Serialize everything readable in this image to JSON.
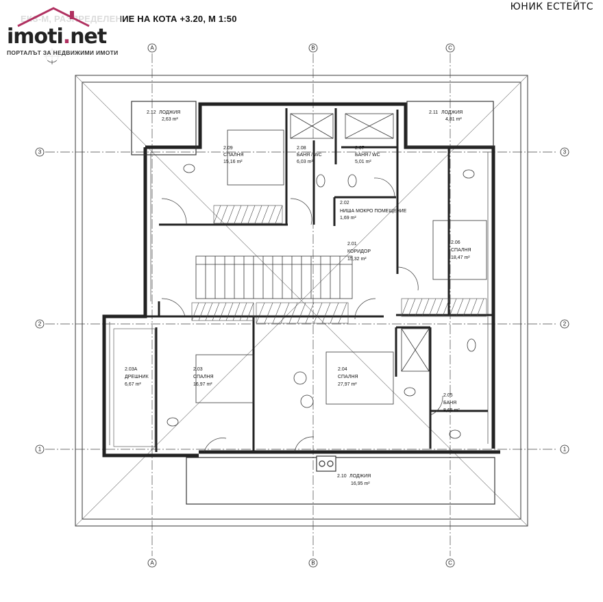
{
  "header": {
    "title": "ЕКЗ-М, РАЗПРЕДЕЛЕНИЕ НА КОТА +3.20, М 1:50",
    "company": "ЮНИК ЕСТЕЙТС"
  },
  "logo": {
    "word_main": "imoti",
    "word_dot": ".",
    "word_end": "net",
    "tagline": "ПОРТАЛЪТ ЗА НЕДВИЖИМИ ИМОТИ"
  },
  "axes": {
    "top": [
      "A",
      "B",
      "C"
    ],
    "bottom": [
      "A",
      "B",
      "C"
    ],
    "left": [
      "3",
      "2",
      "1"
    ],
    "right": [
      "3",
      "2",
      "1"
    ]
  },
  "rooms": [
    {
      "id": "2.12",
      "name": "ЛОДЖИЯ",
      "area": "2,63 m²"
    },
    {
      "id": "2.11",
      "name": "ЛОДЖИЯ",
      "area": "4,81 m²"
    },
    {
      "id": "2.09",
      "name": "СПАЛНЯ",
      "area": "15,16 m²"
    },
    {
      "id": "2.08",
      "name": "БАНЯ / WC",
      "area": "6,03 m²"
    },
    {
      "id": "2.07",
      "name": "БАНЯ / WC",
      "area": "5,01 m²"
    },
    {
      "id": "2.02",
      "name": "НИША МОКРО ПОМЕЩЕНИЕ",
      "area": "1,69 m²"
    },
    {
      "id": "2.01",
      "name": "КОРИДОР",
      "area": "15,32 m²"
    },
    {
      "id": "2.06",
      "name": "СПАЛНЯ",
      "area": "18,47 m²"
    },
    {
      "id": "2.03А",
      "name": "ДРЕШНИК",
      "area": "6,67 m²"
    },
    {
      "id": "2.03",
      "name": "СПАЛНЯ",
      "area": "16,97 m²"
    },
    {
      "id": "2.04",
      "name": "СПАЛНЯ",
      "area": "27,97 m²"
    },
    {
      "id": "2.05",
      "name": "БАНЯ",
      "area": "8,65 m²"
    },
    {
      "id": "2.10",
      "name": "ЛОДЖИЯ",
      "area": "16,95 m²"
    }
  ]
}
